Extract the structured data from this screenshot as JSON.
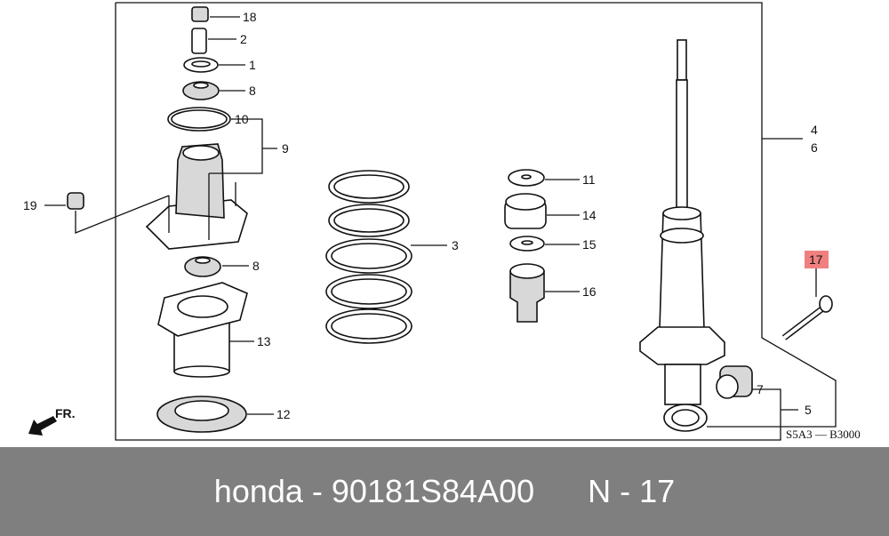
{
  "callouts": {
    "c18": "18",
    "c2": "2",
    "c1": "1",
    "c8a": "8",
    "c10": "10",
    "c9": "9",
    "c19": "19",
    "c3": "3",
    "c8b": "8",
    "c13": "13",
    "c12": "12",
    "c11": "11",
    "c14": "14",
    "c15": "15",
    "c16": "16",
    "c4": "4",
    "c6": "6",
    "c17": "17",
    "c7": "7",
    "c5": "5"
  },
  "highlight_color": "#f08080",
  "front_marker": "FR.",
  "diagram_code": "S5A3 — B3000",
  "footer": {
    "brand": "honda",
    "part_number": "90181S84A00",
    "ref": "N - 17",
    "separator": " - "
  }
}
